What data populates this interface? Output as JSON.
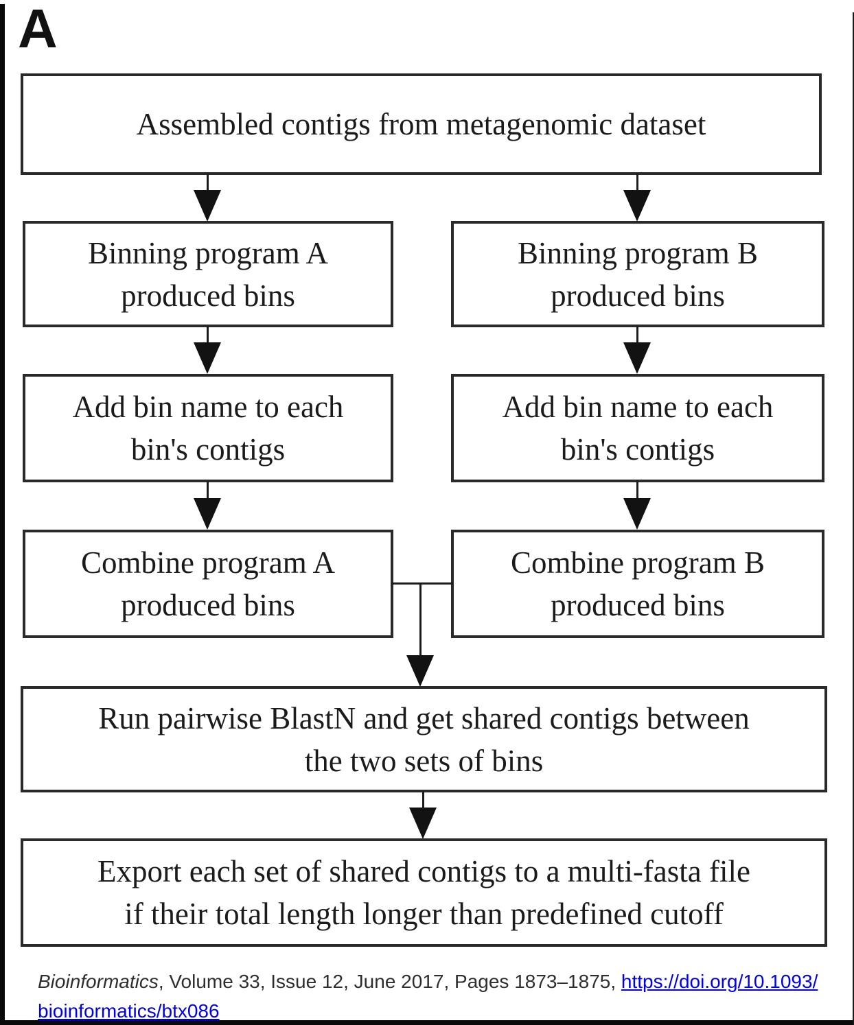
{
  "figure_label": "A",
  "colors": {
    "frame": "#0a0a0a",
    "box_border": "#2a2a2a",
    "box_text": "#1b1b1b",
    "arrow": "#121212",
    "citation_text": "#2e2e2e",
    "link": "#0000ee"
  },
  "flowchart": {
    "boxes": [
      {
        "id": "assembled-contigs",
        "text": "Assembled contigs from metagenomic dataset"
      },
      {
        "id": "binning-a",
        "text": "Binning program A\nproduced bins"
      },
      {
        "id": "binning-b",
        "text": "Binning program B\nproduced bins"
      },
      {
        "id": "add-bin-name-a",
        "text": "Add bin name to each\nbin's contigs"
      },
      {
        "id": "add-bin-name-b",
        "text": "Add bin name to each\nbin's contigs"
      },
      {
        "id": "combine-a",
        "text": "Combine program A\nproduced bins"
      },
      {
        "id": "combine-b",
        "text": "Combine program B\nproduced bins"
      },
      {
        "id": "blastn",
        "text": "Run pairwise BlastN and get shared contigs between\nthe two sets of bins"
      },
      {
        "id": "export",
        "text": "Export each set of shared contigs to a multi-fasta file\nif their total length longer than predefined cutoff"
      }
    ],
    "edges": [
      {
        "from": "assembled-contigs",
        "to": "binning-a"
      },
      {
        "from": "assembled-contigs",
        "to": "binning-b"
      },
      {
        "from": "binning-a",
        "to": "add-bin-name-a"
      },
      {
        "from": "binning-b",
        "to": "add-bin-name-b"
      },
      {
        "from": "add-bin-name-a",
        "to": "combine-a"
      },
      {
        "from": "add-bin-name-b",
        "to": "combine-b"
      },
      {
        "from": "combine-a",
        "to": "blastn"
      },
      {
        "from": "combine-b",
        "to": "blastn"
      },
      {
        "from": "blastn",
        "to": "export"
      }
    ]
  },
  "citation": {
    "journal_italic": "Bioinformatics",
    "details": ", Volume 33, Issue 12, June 2017, Pages 1873–1875, ",
    "link_line1": "https://doi.org/10.1093/",
    "link_line2": "bioinformatics/btx086"
  }
}
